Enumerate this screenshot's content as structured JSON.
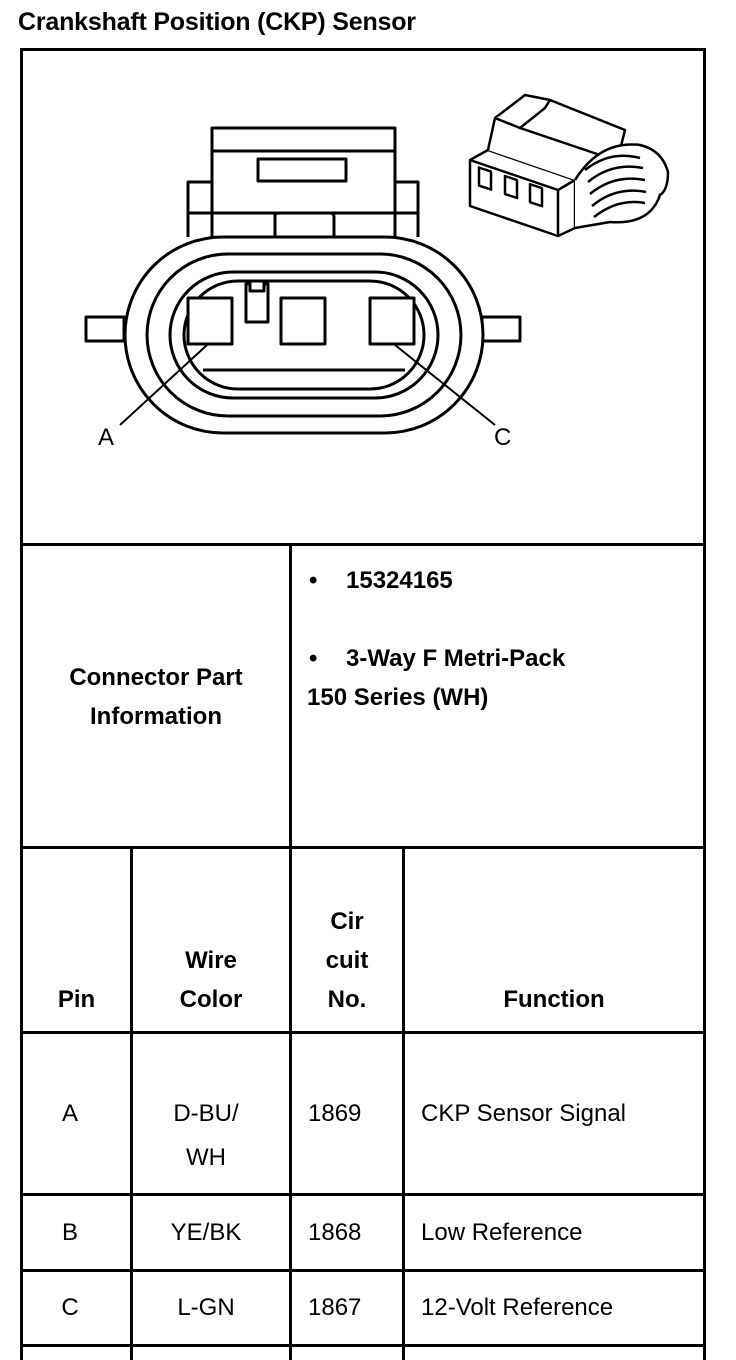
{
  "title": "Crankshaft Position (CKP) Sensor",
  "diagram": {
    "label_a": "A",
    "label_c": "C"
  },
  "connector_info": {
    "label_line1": "Connector Part",
    "label_line2": "Information",
    "bullet": "•",
    "part_number": "15324165",
    "description_line1": "3-Way F Metri-Pack",
    "description_line2": "150 Series (WH)"
  },
  "table": {
    "headers": {
      "pin": "Pin",
      "wire_color_line1": "Wire",
      "wire_color_line2": "Color",
      "circuit_line1": "Cir",
      "circuit_line2": "cuit",
      "circuit_line3": "No.",
      "function": "Function"
    },
    "rows": [
      {
        "pin": "A",
        "wire_line1": "D-BU/",
        "wire_line2": "WH",
        "circuit": "1869",
        "function": "CKP Sensor Signal"
      },
      {
        "pin": "B",
        "wire_line1": "YE/BK",
        "wire_line2": "",
        "circuit": "1868",
        "function": "Low Reference"
      },
      {
        "pin": "C",
        "wire_line1": "L-GN",
        "wire_line2": "",
        "circuit": "1867",
        "function": "12-Volt Reference"
      }
    ]
  }
}
